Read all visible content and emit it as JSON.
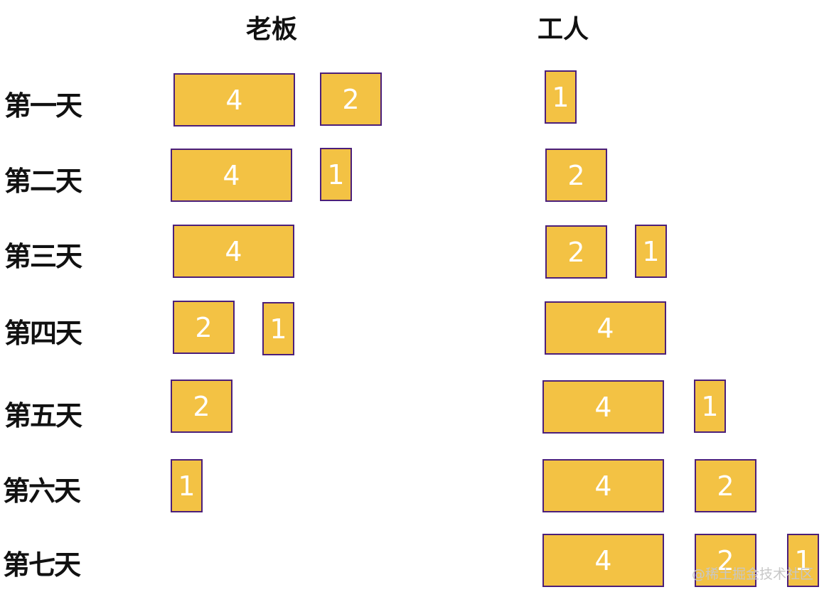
{
  "headers": {
    "boss": "老板",
    "worker": "工人"
  },
  "days": [
    {
      "label": "第一天",
      "boss": [
        "4",
        "2"
      ],
      "worker": [
        "1"
      ]
    },
    {
      "label": "第二天",
      "boss": [
        "4",
        "1"
      ],
      "worker": [
        "2"
      ]
    },
    {
      "label": "第三天",
      "boss": [
        "4"
      ],
      "worker": [
        "2",
        "1"
      ]
    },
    {
      "label": "第四天",
      "boss": [
        "2",
        "1"
      ],
      "worker": [
        "4"
      ]
    },
    {
      "label": "第五天",
      "boss": [
        "2"
      ],
      "worker": [
        "4",
        "1"
      ]
    },
    {
      "label": "第六天",
      "boss": [
        "1"
      ],
      "worker": [
        "4",
        "2"
      ]
    },
    {
      "label": "第七天",
      "boss": [],
      "worker": [
        "4",
        "2",
        "1"
      ]
    }
  ],
  "watermark": "@稀土掘金技术社区",
  "colors": {
    "block_fill": "#F3C244",
    "block_border": "#4B1F7A",
    "block_text": "#FFFFFF"
  }
}
